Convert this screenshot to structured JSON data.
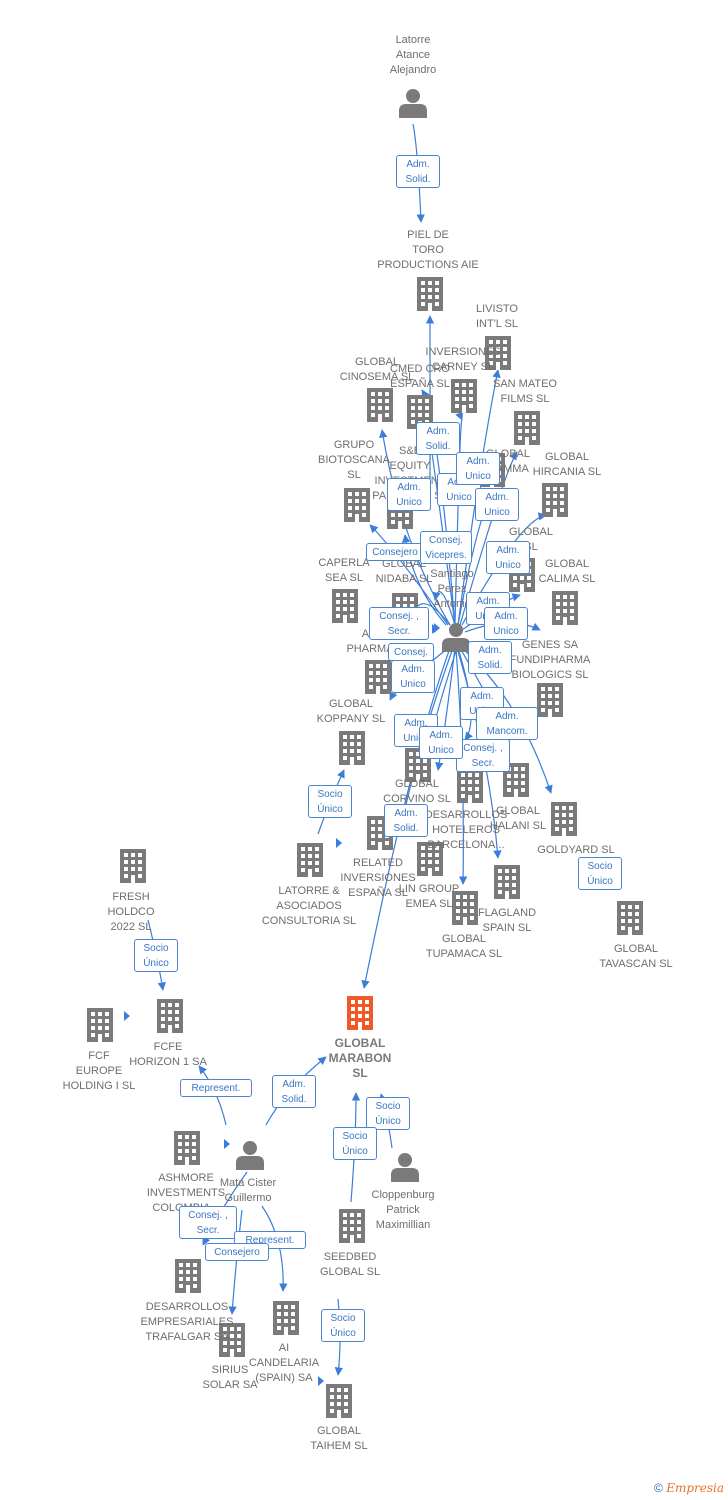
{
  "colors": {
    "link": "#3b7dd8",
    "node": "#7a7a7a",
    "focal": "#f05a28",
    "label": "#6e6e6e"
  },
  "nodes": [
    {
      "id": "latorre_atance",
      "label": "Latorre\nAtance\nAlejandro",
      "icon": "person-icon"
    },
    {
      "id": "piel_de_toro",
      "label": "PIEL DE\nTORO\nPRODUCTIONS AIE",
      "icon": "building-icon"
    },
    {
      "id": "livisto",
      "label": "LIVISTO\nINT'L  SL",
      "icon": "building-icon"
    },
    {
      "id": "inversiones_carney",
      "label": "INVERSIONES\nCARNEY SL",
      "icon": "building-icon"
    },
    {
      "id": "global_cinosema",
      "label": "GLOBAL\nCINOSEMA SL",
      "icon": "building-icon"
    },
    {
      "id": "cmed_cro",
      "label": "CMED CRO\nESPAÑA  SL",
      "icon": "building-icon"
    },
    {
      "id": "san_mateo",
      "label": "SAN MATEO\nFILMS SL",
      "icon": "building-icon"
    },
    {
      "id": "global_hircania",
      "label": "GLOBAL\nHIRCANIA  SL",
      "icon": "building-icon"
    },
    {
      "id": "global_gamma",
      "label": "GLOBAL\nGAMMA",
      "icon": "building-icon"
    },
    {
      "id": "grupo_biotoscana",
      "label": "GRUPO\nBIOTOSCANA\nSL",
      "icon": "building-icon"
    },
    {
      "id": "sb_equity",
      "label": "S&B\nEQUITY\nINVESTMENT\nPARTNERS SL",
      "icon": "building-icon"
    },
    {
      "id": "global_sl_right",
      "label": "GLOBAL\nSL",
      "icon": "building-icon"
    },
    {
      "id": "caperla_sea",
      "label": "CAPERLA\nSEA SL",
      "icon": "building-icon"
    },
    {
      "id": "global_nidaba",
      "label": "GLOBAL\nNIDABA SL",
      "icon": "building-icon"
    },
    {
      "id": "global_calima",
      "label": "GLOBAL\nCALIMA SL",
      "icon": "building-icon"
    },
    {
      "id": "santiago_perez",
      "label": "Santiago\nPerez\nAntonio",
      "icon": "person-icon"
    },
    {
      "id": "am_pharma",
      "label": "AM\nPHARMA",
      "icon": "building-icon"
    },
    {
      "id": "fundipharma",
      "label": "GENES SA\nFUNDIPHARMA\nBIOLOGICS SL",
      "icon": "building-icon"
    },
    {
      "id": "global_koppany",
      "label": "GLOBAL\nKOPPANY  SL",
      "icon": "building-icon"
    },
    {
      "id": "global_corvino",
      "label": "GLOBAL\nCORVINO SL",
      "icon": "building-icon"
    },
    {
      "id": "global_halani",
      "label": "GLOBAL\nHALANI  SL",
      "icon": "building-icon"
    },
    {
      "id": "goldyard",
      "label": "GOLDYARD SL",
      "icon": "building-icon"
    },
    {
      "id": "desarrollos_hoteleros",
      "label": "DESARROLLOS\nHOTELEROS\nBARCELONA...",
      "icon": "building-icon"
    },
    {
      "id": "related_inversiones",
      "label": "RELATED\nINVERSIONES\nESPAÑA SL",
      "icon": "building-icon"
    },
    {
      "id": "latorre_asociados",
      "label": "LATORRE &\nASOCIADOS\nCONSULTORIA SL",
      "icon": "building-icon"
    },
    {
      "id": "lin_group",
      "label": "LIN GROUP\nEMEA  SL",
      "icon": "building-icon"
    },
    {
      "id": "flagland",
      "label": "FLAGLAND\nSPAIN SL",
      "icon": "building-icon"
    },
    {
      "id": "global_tupamaca",
      "label": "GLOBAL\nTUPAMACA SL",
      "icon": "building-icon"
    },
    {
      "id": "global_tavascan",
      "label": "GLOBAL\nTAVASCAN  SL",
      "icon": "building-icon"
    },
    {
      "id": "fresh_holdco",
      "label": "FRESH\nHOLDCO\n2022  SL",
      "icon": "building-icon"
    },
    {
      "id": "fcfe_horizon",
      "label": "FCFE\nHORIZON 1 SA",
      "icon": "building-icon"
    },
    {
      "id": "fcf_europe",
      "label": "FCF\nEUROPE\nHOLDING I  SL",
      "icon": "building-icon"
    },
    {
      "id": "global_marabon",
      "label": "GLOBAL\nMARABON\nSL",
      "icon": "building-icon",
      "focal": true
    },
    {
      "id": "ashmore",
      "label": "ASHMORE\nINVESTMENTS\nCOLOMBIA...",
      "icon": "building-icon"
    },
    {
      "id": "mata_cister",
      "label": "Mata Cister\nGuillermo",
      "icon": "person-icon"
    },
    {
      "id": "cloppenburg",
      "label": "Cloppenburg\nPatrick\nMaximillian",
      "icon": "person-icon"
    },
    {
      "id": "seedbed",
      "label": "SEEDBED\nGLOBAL  SL",
      "icon": "building-icon"
    },
    {
      "id": "desarrollos_trafalgar",
      "label": "DESARROLLOS\nEMPRESARIALES\nTRAFALGAR SA",
      "icon": "building-icon"
    },
    {
      "id": "sirius_solar",
      "label": "SIRIUS\nSOLAR SA",
      "icon": "building-icon"
    },
    {
      "id": "ai_candelaria",
      "label": "AI\nCANDELARIA\n(SPAIN) SA",
      "icon": "building-icon"
    },
    {
      "id": "global_taihem",
      "label": "GLOBAL\nTAIHEM SL",
      "icon": "building-icon"
    }
  ],
  "relations": [
    {
      "label": "Adm.\nSolid."
    },
    {
      "label": "Adm.\nSolid."
    },
    {
      "label": "Adm.\nUnico"
    },
    {
      "label": "Adm.\nUnico"
    },
    {
      "label": "Adm.\nUnico"
    },
    {
      "label": "Adm.\nUnico"
    },
    {
      "label": "Consejero"
    },
    {
      "label": "Consej.\nVicepres."
    },
    {
      "label": "Adm.\nUnico"
    },
    {
      "label": "Adm.\nUnico"
    },
    {
      "label": "Adm.\nUnico"
    },
    {
      "label": "Consej. ,\nSecr."
    },
    {
      "label": "Adm.\nSolid."
    },
    {
      "label": "Consej. ,"
    },
    {
      "label": "Adm.\nUnico"
    },
    {
      "label": "Adm.\nUnico"
    },
    {
      "label": "Adm.\nMancom."
    },
    {
      "label": "Adm.\nUnico"
    },
    {
      "label": "Consej. ,\nSecr."
    },
    {
      "label": "Adm.\nUnico"
    },
    {
      "label": "Socio\nÚnico"
    },
    {
      "label": "Adm.\nSolid."
    },
    {
      "label": "Socio\nÚnico"
    },
    {
      "label": "Socio\nÚnico"
    },
    {
      "label": "Represent."
    },
    {
      "label": "Adm.\nSolid."
    },
    {
      "label": "Socio\nÚnico"
    },
    {
      "label": "Socio\nÚnico"
    },
    {
      "label": "Consej. ,\nSecr."
    },
    {
      "label": "Represent."
    },
    {
      "label": "Consejero"
    },
    {
      "label": "Socio\nÚnico"
    }
  ],
  "footer": {
    "copyright": "©",
    "brand": "Empresia"
  }
}
